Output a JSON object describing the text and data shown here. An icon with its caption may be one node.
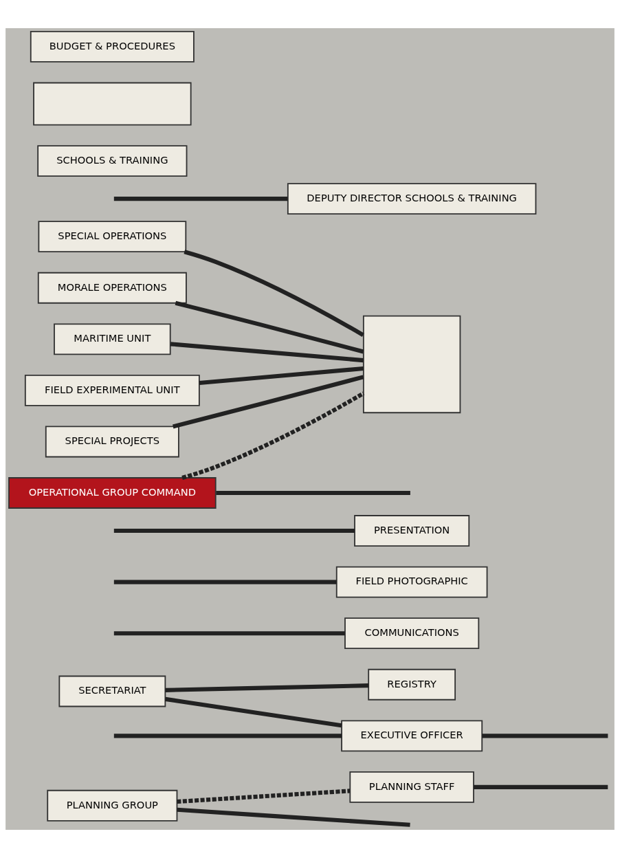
{
  "diagram": {
    "nodes": [
      {
        "text": [
          "PLANNING GROUP"
        ]
      },
      {
        "text": [
          "PLANNING STAFF"
        ]
      },
      {
        "text": [
          "SECRETARIAT"
        ]
      },
      {
        "text": [
          "REGISTRY"
        ]
      },
      {
        "text": [
          "EXECUTIVE OFFICER"
        ]
      },
      {
        "text": [
          "COMMUNICATIONS"
        ]
      },
      {
        "text": [
          "FIELD PHOTOGRAPHIC"
        ]
      },
      {
        "text": [
          "PRESENTATION"
        ]
      },
      {
        "text": [
          "SPECIAL OPERATIONS"
        ]
      },
      {
        "text": [
          "MORALE OPERATIONS"
        ]
      },
      {
        "text": [
          "MARITIME UNIT"
        ]
      },
      {
        "text": [
          "FIELD EXPERIMENTAL UNIT"
        ]
      },
      {
        "text": [
          "SPECIAL PROJECTS"
        ]
      },
      {
        "text": [
          "OPERATIONAL GROUP COMMAND"
        ]
      },
      {
        "text": [],
        "shape": "box"
      },
      {
        "text": [
          "DEPUTY DIRECTOR SCHOOLS & TRAINING"
        ]
      },
      {
        "text": [
          "SCHOOLS & TRAINING"
        ]
      },
      {
        "text": [],
        "shape": "box"
      },
      {
        "text": [
          "BUDGET & PROCEDURES"
        ]
      }
    ],
    "edges": [
      {
        "from": 0,
        "to": 1,
        "arrow": "none",
        "style": "dashed"
      },
      {
        "from": 0,
        "to": null,
        "arrow": "none"
      },
      {
        "from": 1,
        "to": null,
        "arrow": "none"
      },
      {
        "from": null,
        "to": 4,
        "arrow": "none"
      },
      {
        "from": 2,
        "to": 4,
        "arrow": "none"
      },
      {
        "from": 2,
        "to": 3,
        "arrow": "none"
      },
      {
        "from": 4,
        "to": null,
        "arrow": "none"
      },
      {
        "from": null,
        "to": 5,
        "arrow": "none"
      },
      {
        "from": null,
        "to": 6,
        "arrow": "none"
      },
      {
        "from": null,
        "to": 7,
        "arrow": "none"
      },
      {
        "from": 8,
        "to": 14,
        "arrow": "none"
      },
      {
        "from": 9,
        "to": 14,
        "arrow": "none"
      },
      {
        "from": 10,
        "to": 14,
        "arrow": "none"
      },
      {
        "from": 11,
        "to": 14,
        "arrow": "none"
      },
      {
        "from": 12,
        "to": 14,
        "arrow": "none"
      },
      {
        "from": 13,
        "to": 14,
        "arrow": "none",
        "style": "dashed"
      },
      {
        "from": 13,
        "to": null,
        "arrow": "none"
      },
      {
        "from": null,
        "to": 15,
        "arrow": "none"
      }
    ]
  }
}
